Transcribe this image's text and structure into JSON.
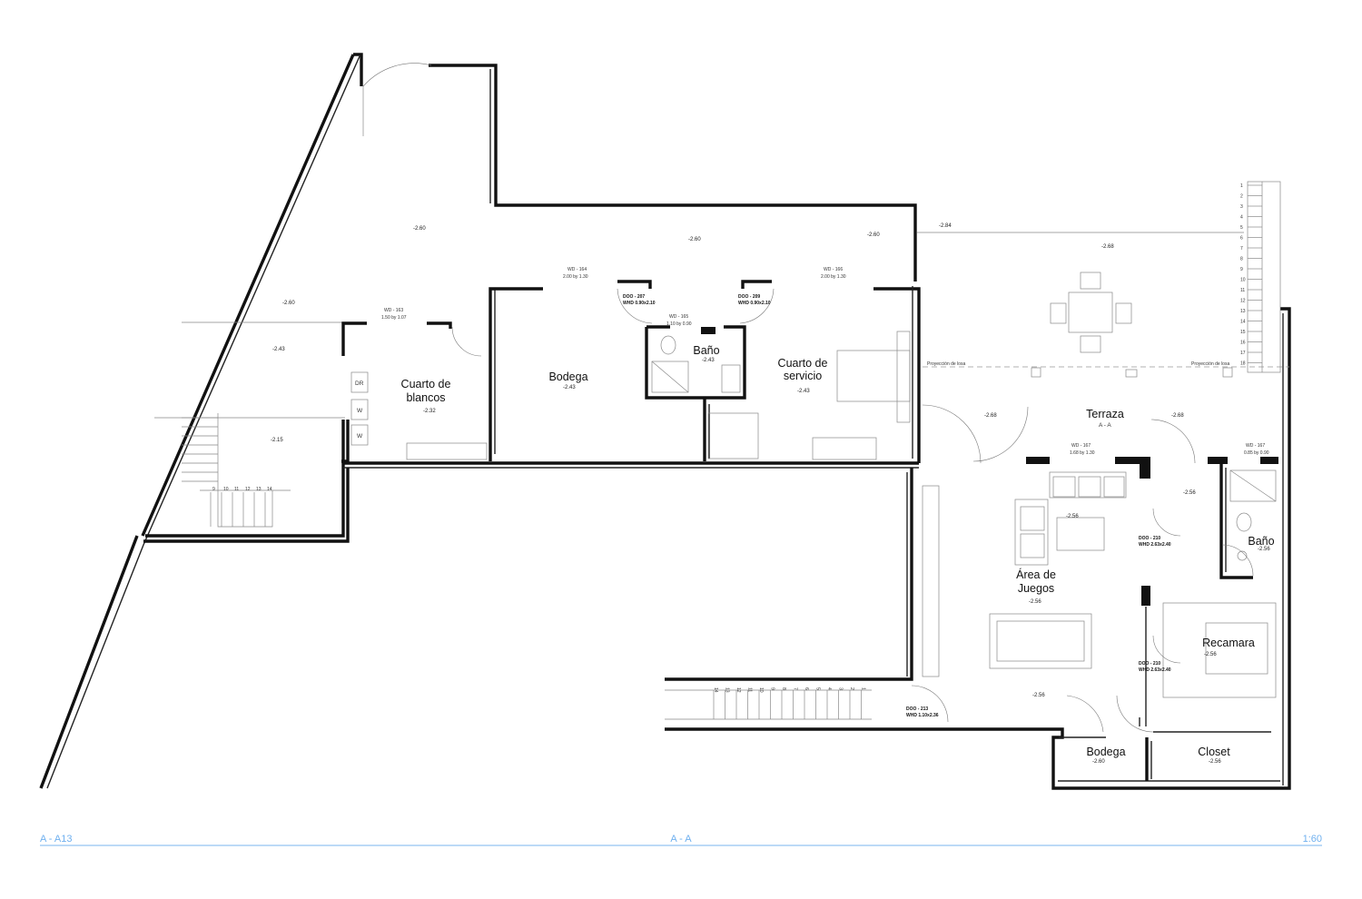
{
  "rooms": {
    "cuarto_blancos": [
      "Cuarto de",
      "blancos"
    ],
    "bodega": "Bodega",
    "bano_1": "Baño",
    "cuarto_servicio": [
      "Cuarto de",
      "servicio"
    ],
    "terraza": "Terraza",
    "area_juegos": [
      "Área de",
      "Juegos"
    ],
    "bano_2": "Baño",
    "recamara": "Recamara",
    "bodega_2": "Bodega",
    "closet": "Closet"
  },
  "levels": {
    "l1": "-2.60",
    "l2": "-2.60",
    "l3": "-2.60",
    "l4": "-2.84",
    "l5": "-2.68",
    "l6": "-2.60",
    "l7": "-2.43",
    "l8": "-2.15",
    "l9": "-2.32",
    "l10": "-2.43",
    "l11": "-2.43",
    "l12": "-2.43",
    "l13": "-2.68",
    "l14": "-2.68",
    "l15": "-2.56",
    "l16": "-2.56",
    "l17": "-2.56",
    "l18": "-2.56",
    "l19": "-2.56",
    "l20": "-2.56",
    "l21": "-2.56",
    "l22": "-2.60"
  },
  "windows": {
    "w163": "WD - 163",
    "w163s": "1.50 by 1.07",
    "w164": "WD - 164",
    "w164s": "2.00 by 1.30",
    "w165": "WD - 165",
    "w165s": "1.10 by 0.90",
    "w166": "WD - 166",
    "w166s": "2.00 by 1.30",
    "w167a": "WD - 167",
    "w167as": "1.68 by 1.30",
    "w167b": "WD - 167",
    "w167bs": "0.85 by 0.90"
  },
  "doors": {
    "d207a": "DOO - 207",
    "d207b": "WHD 0.90x2.10",
    "d209a": "DOO - 209",
    "d209b": "WHD 0.90x2.10",
    "d210a": "DOO - 210",
    "d210b": "WHD 2.63x2.40",
    "d210c": "DOO - 210",
    "d210d": "WHD 2.63x2.40",
    "d213a": "DOO - 213",
    "d213b": "WHD 1.10x2.36"
  },
  "appliances": {
    "dr": "DR",
    "w1": "W",
    "w2": "W"
  },
  "projection": {
    "left": "Proyección de losa",
    "right": "Proyección de losa"
  },
  "stairs_right": [
    "1",
    "2",
    "3",
    "4",
    "5",
    "6",
    "7",
    "8",
    "9",
    "10",
    "11",
    "12",
    "13",
    "14",
    "15",
    "16",
    "17",
    "18"
  ],
  "stairs_left": [
    "9",
    "10",
    "11",
    "12",
    "13",
    "14"
  ],
  "stairs_bottom": [
    "14",
    "13",
    "12",
    "11",
    "10",
    "9",
    "8",
    "7",
    "6",
    "5",
    "4",
    "3",
    "2",
    "1"
  ],
  "section_mark": "A - A",
  "footer": {
    "left": "A - A13",
    "center": "A - A",
    "right": "1:60"
  }
}
